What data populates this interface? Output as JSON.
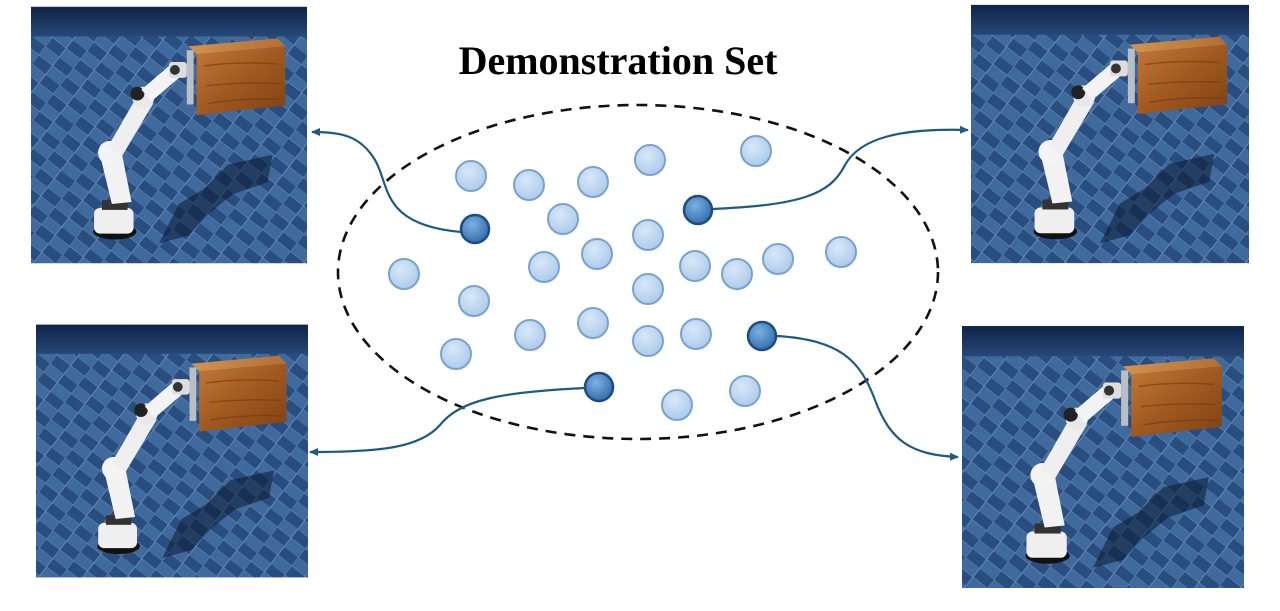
{
  "title": "Demonstration Set",
  "colors": {
    "dot_fill": "#bcd6f0",
    "dot_stroke": "#6f9ccc",
    "selected_fill": "#4a86c5",
    "selected_stroke": "#1c4d80",
    "arrow": "#1f5a82",
    "floor_light": "#3f6a9d",
    "floor_dark": "#1e3b67",
    "sky": "#1a3561",
    "box_wood": "#a55e22",
    "robot": "#eeeeee"
  },
  "panels": [
    {
      "name": "demo-panel-top-left",
      "icon": "robot-arm-opening-drawer-icon"
    },
    {
      "name": "demo-panel-bottom-left",
      "icon": "robot-arm-opening-drawer-icon"
    },
    {
      "name": "demo-panel-top-right",
      "icon": "robot-arm-opening-drawer-icon"
    },
    {
      "name": "demo-panel-bottom-right",
      "icon": "robot-arm-opening-drawer-icon"
    }
  ],
  "demonstration_count": 27,
  "selected_count": 4
}
